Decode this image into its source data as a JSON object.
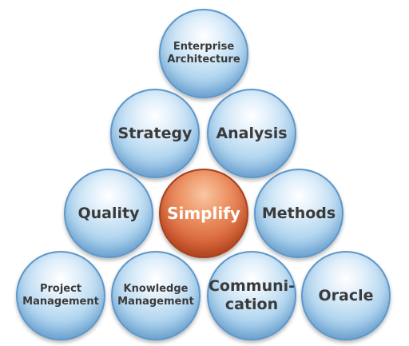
{
  "diagram": {
    "nodes": [
      {
        "id": "enterprise-architecture",
        "lines": [
          "Enterprise",
          "Architecture"
        ]
      },
      {
        "id": "strategy",
        "lines": [
          "Strategy"
        ]
      },
      {
        "id": "analysis",
        "lines": [
          "Analysis"
        ]
      },
      {
        "id": "quality",
        "lines": [
          "Quality"
        ]
      },
      {
        "id": "simplify",
        "lines": [
          "Simplify"
        ]
      },
      {
        "id": "methods",
        "lines": [
          "Methods"
        ]
      },
      {
        "id": "project-management",
        "lines": [
          "Project",
          "Management"
        ]
      },
      {
        "id": "knowledge-management",
        "lines": [
          "Knowledge",
          "Management"
        ]
      },
      {
        "id": "communication",
        "lines": [
          "Communi-",
          "cation"
        ]
      },
      {
        "id": "oracle",
        "lines": [
          "Oracle"
        ]
      }
    ],
    "colors": {
      "blue_sphere": "#b4d7f0",
      "center_sphere": "#d7653a",
      "text_dark": "#3a3a3a",
      "text_light": "#ffffff"
    }
  }
}
